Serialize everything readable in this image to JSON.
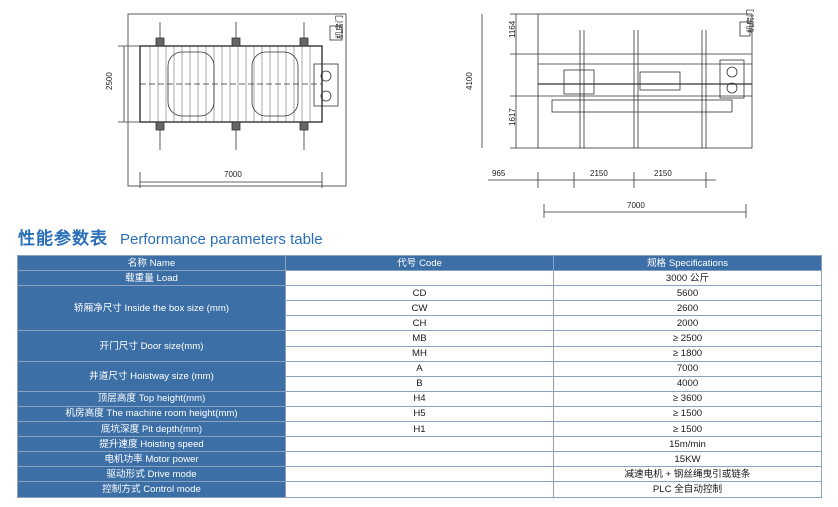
{
  "drawing_left": {
    "dim_width": "7000",
    "dim_height": "2500",
    "tag": "机房门"
  },
  "drawing_right": {
    "dim_height": "4100",
    "dim_top": "1164",
    "dim_bottom": "1617",
    "dim_965": "965",
    "dim_2150_a": "2150",
    "dim_2150_b": "2150",
    "dim_width": "7000",
    "tag": "机房门"
  },
  "heading": {
    "zh": "性能参数表",
    "en": "Performance parameters table"
  },
  "table": {
    "headers": [
      "名称 Name",
      "代号 Code",
      "规格 Specifications"
    ],
    "load_label": "载重量 Load",
    "load_value": "3000 公斤",
    "box_label": "轿厢净尺寸 Inside the box size (mm)",
    "box_rows": [
      {
        "code": "CD",
        "value": "5600"
      },
      {
        "code": "CW",
        "value": "2600"
      },
      {
        "code": "CH",
        "value": "2000"
      }
    ],
    "door_label": "开门尺寸 Door size(mm)",
    "door_rows": [
      {
        "code": "MB",
        "value": "≥ 2500"
      },
      {
        "code": "MH",
        "value": "≥ 1800"
      }
    ],
    "hoist_label": "井道尺寸 Hoistway size (mm)",
    "hoist_rows": [
      {
        "code": "A",
        "value": "7000"
      },
      {
        "code": "B",
        "value": "4000"
      }
    ],
    "top_label": "顶层高度 Top height(mm)",
    "top_code": "H4",
    "top_value": "≥ 3600",
    "room_label": "机房高度 The machine room height(mm)",
    "room_code": "H5",
    "room_value": "≥ 1500",
    "pit_label": "底坑深度 Pit depth(mm)",
    "pit_code": "H1",
    "pit_value": "≥ 1500",
    "speed_label": "提升速度 Hoisting speed",
    "speed_value": "15m/min",
    "motor_label": "电机功率 Motor power",
    "motor_value": "15KW",
    "drive_label": "驱动形式 Drive mode",
    "drive_value": "减速电机 + 钢丝绳曳引或链条",
    "control_label": "控制方式 Control mode",
    "control_value": "PLC 全自动控制"
  }
}
